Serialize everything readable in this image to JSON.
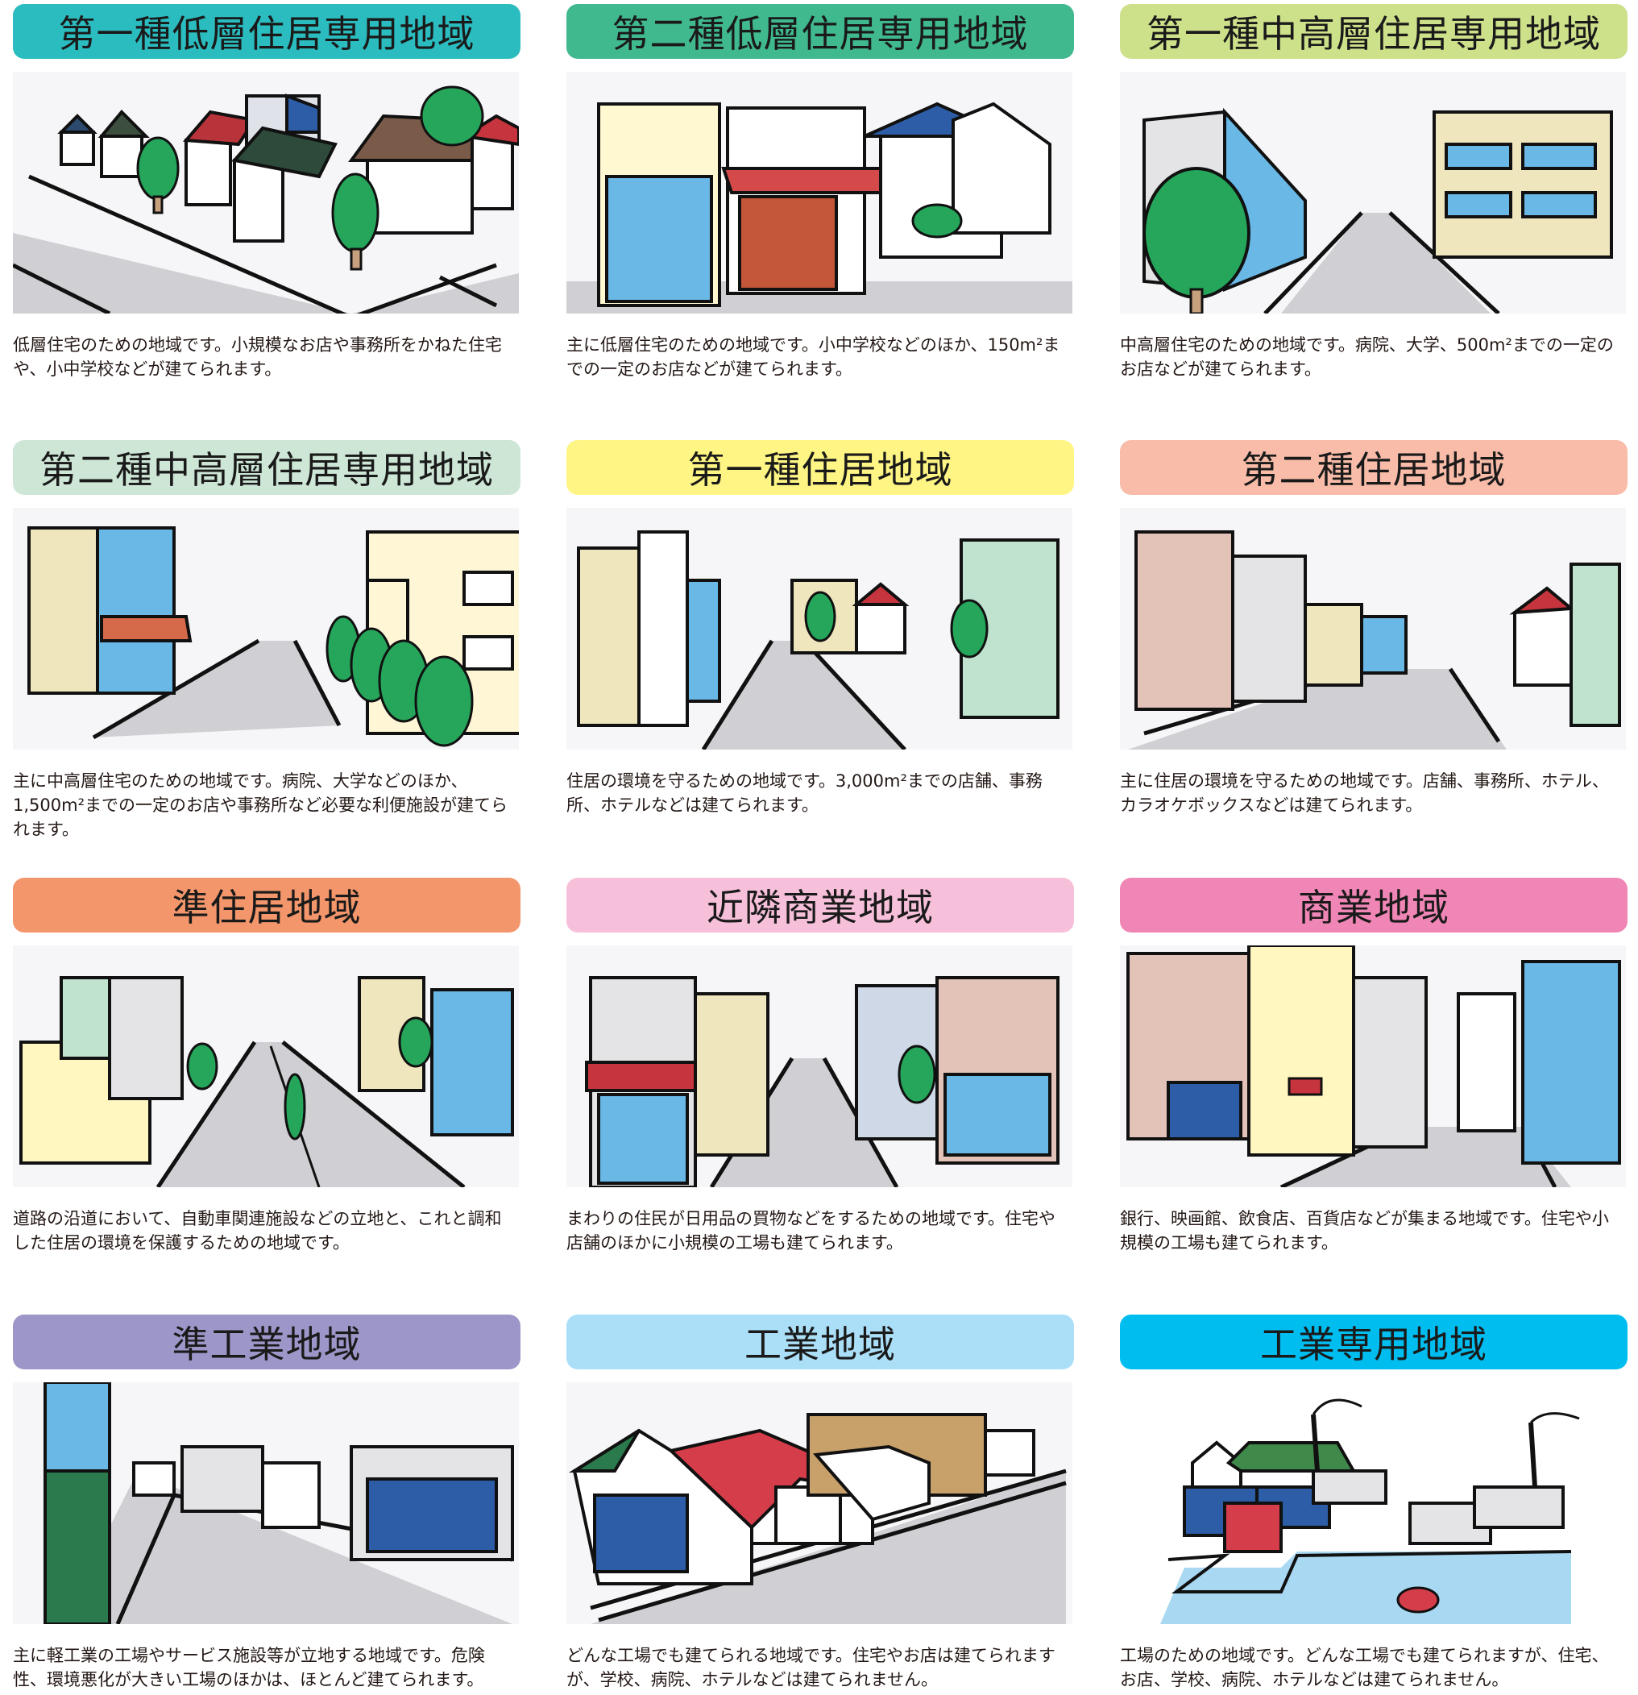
{
  "zones": [
    {
      "title": "第一種低層住居専用地域",
      "color": "#2bbcbf",
      "scene": "low-houses",
      "desc": "低層住宅のための地域です。小規模なお店や事務所をかねた住宅や、小中学校などが建てられます。"
    },
    {
      "title": "第二種低層住居専用地域",
      "color": "#40b98f",
      "scene": "low-shop",
      "desc": "主に低層住宅のための地域です。小中学校などのほか、150m²までの一定のお店などが建てられます。"
    },
    {
      "title": "第一種中高層住居専用地域",
      "color": "#cde08a",
      "scene": "mid-rise",
      "desc": "中高層住宅のための地域です。病院、大学、500m²までの一定のお店などが建てられます。"
    },
    {
      "title": "第二種中高層住居専用地域",
      "color": "#cde6d6",
      "scene": "mid-rise-trees",
      "desc": "主に中高層住宅のための地域です。病院、大学などのほか、1,500m²までの一定のお店や事務所など必要な利便施設が建てられます。"
    },
    {
      "title": "第一種住居地域",
      "color": "#fff584",
      "scene": "residential",
      "desc": "住居の環境を守るための地域です。3,000m²までの店舗、事務所、ホテルなどは建てられます。"
    },
    {
      "title": "第二種住居地域",
      "color": "#f8bca8",
      "scene": "residential2",
      "desc": "主に住居の環境を守るための地域です。店舗、事務所、ホテル、カラオケボックスなどは建てられます。"
    },
    {
      "title": "準住居地域",
      "color": "#f3966b",
      "scene": "quasi-residential",
      "desc": "道路の沿道において、自動車関連施設などの立地と、これと調和した住居の環境を保護するための地域です。"
    },
    {
      "title": "近隣商業地域",
      "color": "#f7c0da",
      "scene": "neighborhood-commercial",
      "desc": "まわりの住民が日用品の買物などをするための地域です。住宅や店舗のほかに小規模の工場も建てられます。"
    },
    {
      "title": "商業地域",
      "color": "#f086b5",
      "scene": "commercial",
      "desc": "銀行、映画館、飲食店、百貨店などが集まる地域です。住宅や小規模の工場も建てられます。"
    },
    {
      "title": "準工業地域",
      "color": "#9d97c9",
      "scene": "quasi-industrial",
      "desc": "主に軽工業の工場やサービス施設等が立地する地域です。危険性、環境悪化が大きい工場のほかは、ほとんど建てられます。"
    },
    {
      "title": "工業地域",
      "color": "#abdff8",
      "scene": "industrial",
      "desc": "どんな工場でも建てられる地域です。住宅やお店は建てられますが、学校、病院、ホテルなどは建てられません。"
    },
    {
      "title": "工業専用地域",
      "color": "#00bdf0",
      "scene": "exclusive-industrial",
      "desc": "工場のための地域です。どんな工場でも建てられますが、住宅、お店、学校、病院、ホテルなどは建てられません。"
    }
  ]
}
